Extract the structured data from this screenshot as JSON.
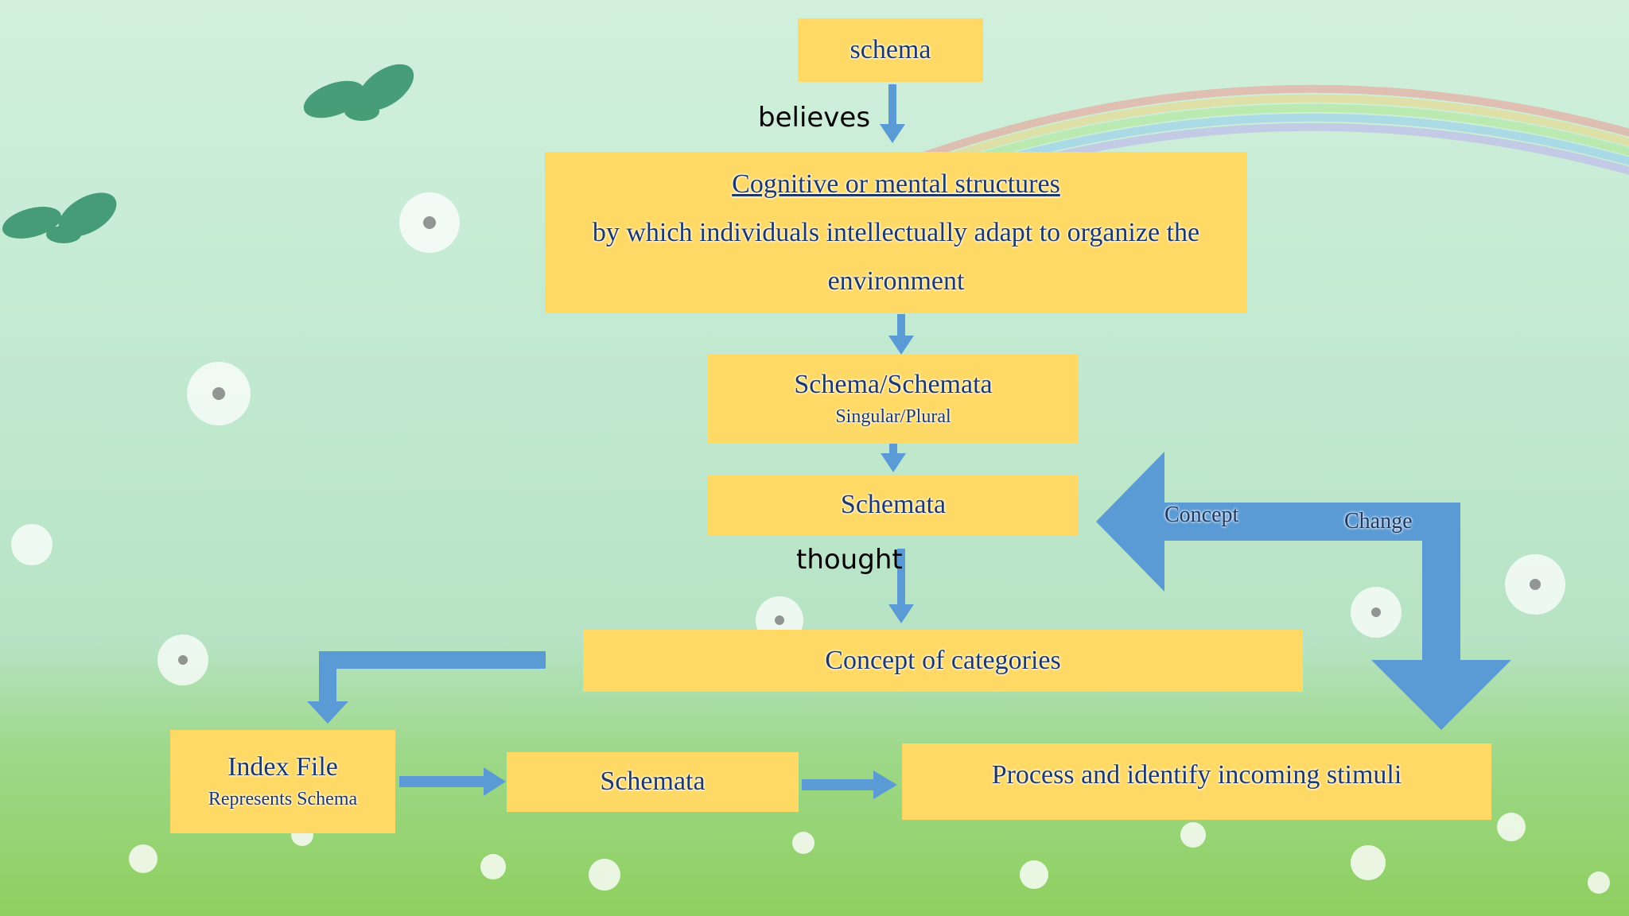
{
  "diagram": {
    "boxes": {
      "schema": "schema",
      "cognitive_title": "Cognitive or mental structures",
      "cognitive_body": "by which individuals intellectually adapt to organize the environment",
      "schema_schemata": "Schema/Schemata",
      "singular_plural": "Singular/Plural",
      "schemata_1": "Schemata",
      "concept_categories": "Concept of categories",
      "index_file": "Index File",
      "represents_schema": "Represents Schema",
      "schemata_2": "Schemata",
      "process": "Process and identify incoming stimuli"
    },
    "labels": {
      "believes": "believes",
      "thought": "thought",
      "concept": "Concept",
      "change": "Change"
    }
  },
  "colors": {
    "box_fill": "#ffd966",
    "box_text": "#1f3864",
    "arrow": "#5b9bd5",
    "background_sky": "#cdeed6",
    "background_grass": "#8cd46a"
  }
}
